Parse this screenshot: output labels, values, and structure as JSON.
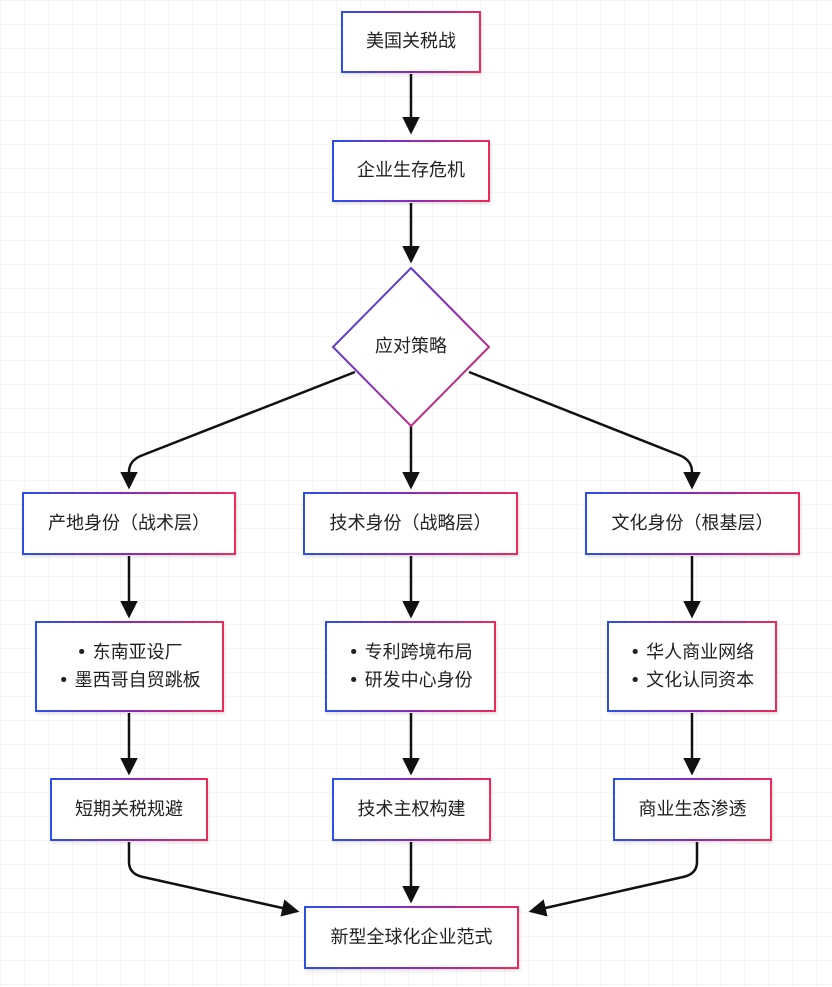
{
  "nodes": {
    "tariff_war": "美国关税战",
    "crisis": "企业生存危机",
    "strategy": "应对策略",
    "origin_identity": "产地身份（战术层）",
    "tech_identity": "技术身份（战略层）",
    "culture_identity": "文化身份（根基层）",
    "origin_items": [
      "• 东南亚设厂",
      "• 墨西哥自贸跳板"
    ],
    "tech_items": [
      "• 专利跨境布局",
      "• 研发中心身份"
    ],
    "culture_items": [
      "• 华人商业网络",
      "• 文化认同资本"
    ],
    "avoid_tariff": "短期关税规避",
    "tech_sovereignty": "技术主权构建",
    "ecosystem": "商业生态渗透",
    "new_paradigm": "新型全球化企业范式"
  },
  "colors": {
    "gradient_start": "#2b4fe6",
    "gradient_mid": "#8a2bb8",
    "gradient_end": "#ef2a5a",
    "edge": "#111111"
  }
}
